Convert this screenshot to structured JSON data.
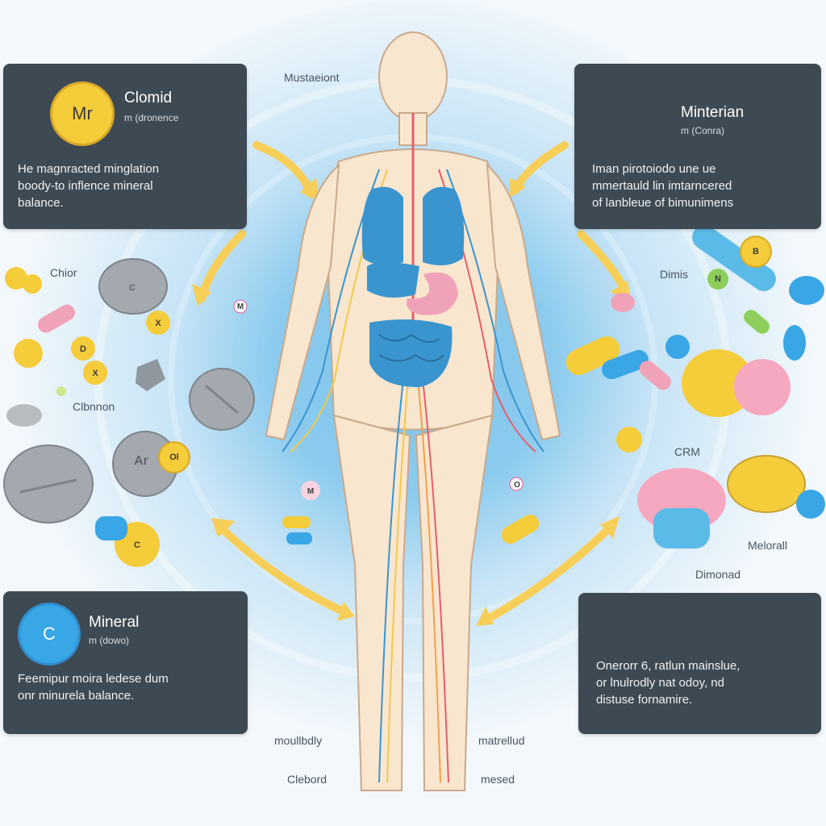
{
  "panels": {
    "top_left": {
      "badge": "Mr",
      "title": "Clomid",
      "subtitle": "m (dronence",
      "body": [
        "He magnracted minglation",
        "boody-to inflence  mineral",
        "balance."
      ]
    },
    "top_right": {
      "title": "Minterian",
      "subtitle": "m (Conra)",
      "body": [
        "Iman pirotoiodo une ue",
        "mmertauld lin imtarncered",
        "of lanbleue of bimunimens"
      ]
    },
    "bottom_left": {
      "badge": "C",
      "title": "Mineral",
      "subtitle": "m (dowo)",
      "body": [
        "Feemipur moira ledese dum",
        "onr minurela balance."
      ]
    },
    "bottom_right": {
      "body": [
        "Onerorr 6, ratlun mainslue,",
        "or lnulrodly nat odoy, nd",
        "distuse fornamire."
      ]
    }
  },
  "labels": {
    "top_center": "Mustaeiont",
    "left_upper": "Chior",
    "left_mid": "Clbnnon",
    "right_upper": "Dimis",
    "right_mid": "CRM",
    "right_lower": "Melorall",
    "right_lower2": "Dimonad",
    "bottom_center_left": "moullbdly",
    "bottom_center_right": "matrellud",
    "bottom_left_2": "Clebord",
    "bottom_right_2": "mesed"
  },
  "pill_letters": {
    "pill_c": "C",
    "pill_d": "D",
    "pill_x": "X",
    "pill_x2": "X",
    "pill_ar": "Ar",
    "pill_ol": "Ol",
    "pill_c2": "C",
    "pill_m": "M",
    "pill_m2": "M",
    "pill_b": "B",
    "pill_n": "N",
    "pill_o": "O"
  },
  "colors": {
    "panel": "#3e4a53",
    "accent_yellow": "#f5cc3a",
    "accent_blue": "#39a6e6",
    "arrow": "#f7cf58",
    "organ_blue": "#3a95cf",
    "stomach_pink": "#f0a3b8",
    "body_skin": "#f9e6cf"
  }
}
